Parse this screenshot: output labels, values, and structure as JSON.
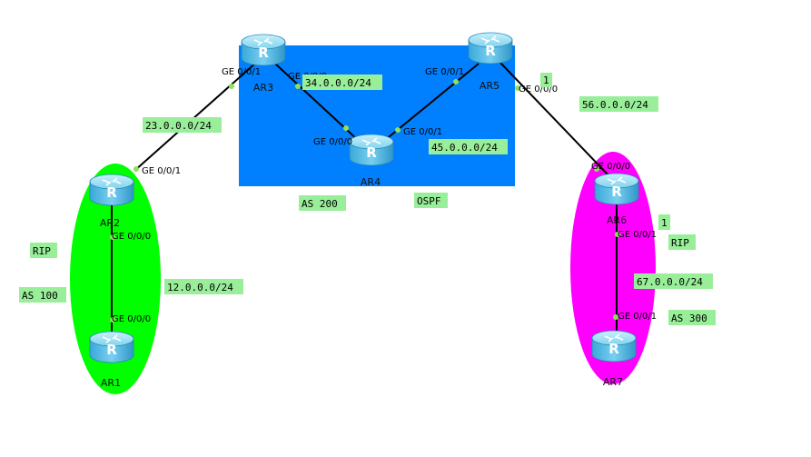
{
  "regions": {
    "as200_box": {
      "color": "#0080ff"
    },
    "as100_ellipse": {
      "color": "#00ff00"
    },
    "as300_ellipse": {
      "color": "#ff00ff"
    }
  },
  "label_bg": "#99ee99",
  "routers": {
    "ar1": "AR1",
    "ar2": "AR2",
    "ar3": "AR3",
    "ar4": "AR4",
    "ar5": "AR5",
    "ar6": "AR6",
    "ar7": "AR7"
  },
  "ports": {
    "ar3_g001": "GE 0/0/1",
    "ar3_g000": "GE 0/0/0",
    "ar2_g001": "GE 0/0/1",
    "ar2_g000": "GE 0/0/0",
    "ar1_g000": "GE 0/0/0",
    "ar4_g000": "GE 0/0/0",
    "ar4_g001": "GE 0/0/1",
    "ar5_g001": "GE 0/0/1",
    "ar5_g000": "GE 0/0/0",
    "ar6_g000": "GE 0/0/0",
    "ar6_g001": "GE 0/0/1",
    "ar7_g001": "GE 0/0/1"
  },
  "labels": {
    "net_23": "23.0.0.0/24",
    "net_34": "34.0.0.0/24",
    "net_45": "45.0.0.0/24",
    "net_56": "56.0.0.0/24",
    "net_12": "12.0.0.0/24",
    "net_67": "67.0.0.0/24",
    "as200": "AS 200",
    "ospf": "OSPF",
    "rip_left": "RIP",
    "as100": "AS 100",
    "rip_right": "RIP",
    "as300": "AS 300",
    "one_top": "1",
    "one_mid": "1"
  }
}
